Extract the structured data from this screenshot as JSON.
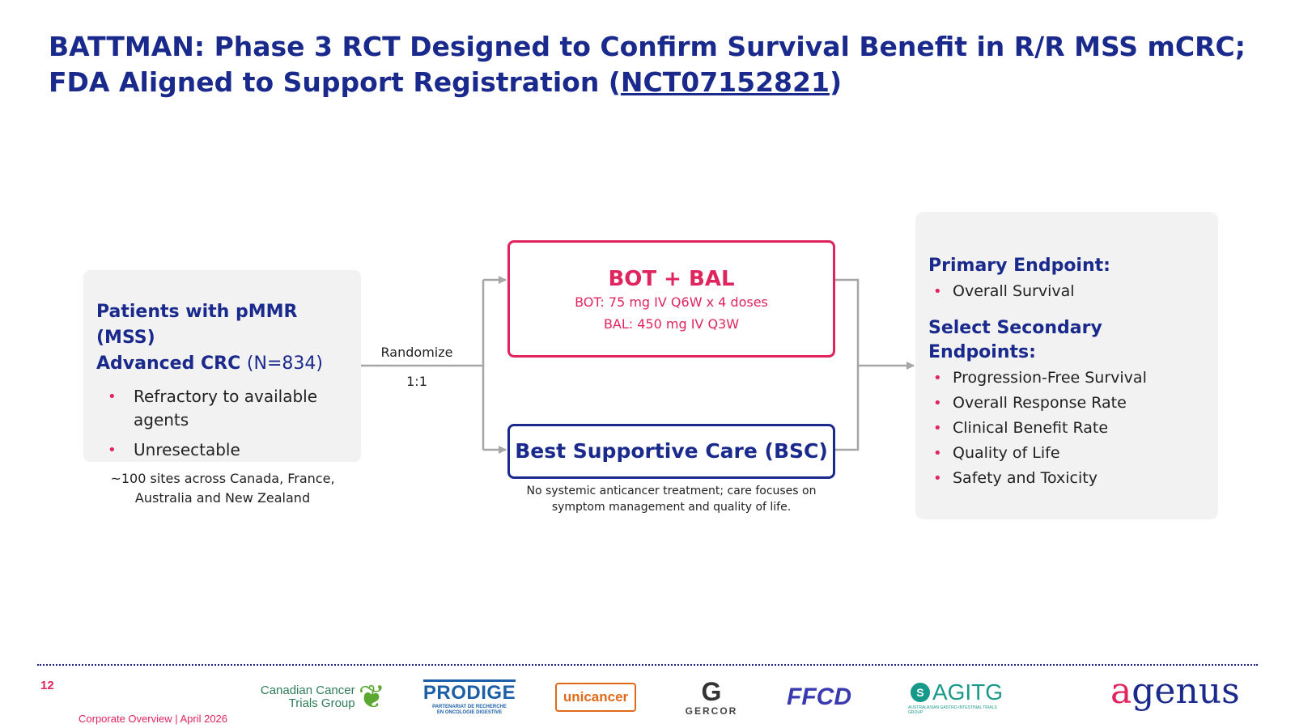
{
  "title": {
    "line1": "BATTMAN: Phase 3 RCT Designed to Confirm Survival Benefit in R/R MSS mCRC;",
    "line2_prefix": "FDA Aligned to Support Registration (",
    "nct": "NCT07152821",
    "line2_suffix": ")"
  },
  "patients": {
    "heading_line1": "Patients with pMMR (MSS)",
    "heading_line2": "Advanced CRC",
    "n_label": "(N=834)",
    "bullets": [
      "Refractory to available agents",
      "Unresectable"
    ],
    "sites_line1": "~100 sites across Canada, France,",
    "sites_line2": "Australia and New Zealand"
  },
  "randomization": {
    "label": "Randomize",
    "ratio": "1:1"
  },
  "arm_bot": {
    "name": "BOT + BAL",
    "dose_bot": "BOT: 75 mg IV Q6W x 4 doses",
    "dose_bal": "BAL: 450 mg IV Q3W"
  },
  "arm_bsc": {
    "name": "Best Supportive Care (BSC)",
    "note_line1": "No systemic anticancer treatment; care focuses on",
    "note_line2": "symptom management and quality of life."
  },
  "endpoints": {
    "primary_heading": "Primary Endpoint:",
    "primary": [
      "Overall Survival"
    ],
    "secondary_heading": "Select Secondary Endpoints:",
    "secondary": [
      "Progression-Free Survival",
      "Overall Response Rate",
      "Clinical Benefit Rate",
      "Quality of Life",
      "Safety and Toxicity"
    ]
  },
  "footer": {
    "page_number": "12",
    "text": "Corporate Overview | April 2026"
  },
  "logos": {
    "cctg_line1": "Canadian Cancer",
    "cctg_line2": "Trials Group",
    "prodige": "PRODIGE",
    "prodige_sub1": "PARTENARIAT DE RECHERCHE",
    "prodige_sub2": "EN ONCOLOGIE DIGESTIVE",
    "unicancer": "unicancer",
    "gercor_mark": "G",
    "gercor": "GERCOR",
    "ffcd": "FFCD",
    "agitg_mark": "S",
    "agitg": "AGITG",
    "agitg_sub": "AUSTRALASIAN GASTRO-INTESTINAL TRIALS GROUP",
    "agenus_a": "a",
    "agenus_rest": "genus"
  },
  "colors": {
    "navy": "#1a2a8c",
    "magenta": "#e0245e",
    "panel_gray": "#f2f2f2",
    "connector_gray": "#a6a6a6"
  }
}
